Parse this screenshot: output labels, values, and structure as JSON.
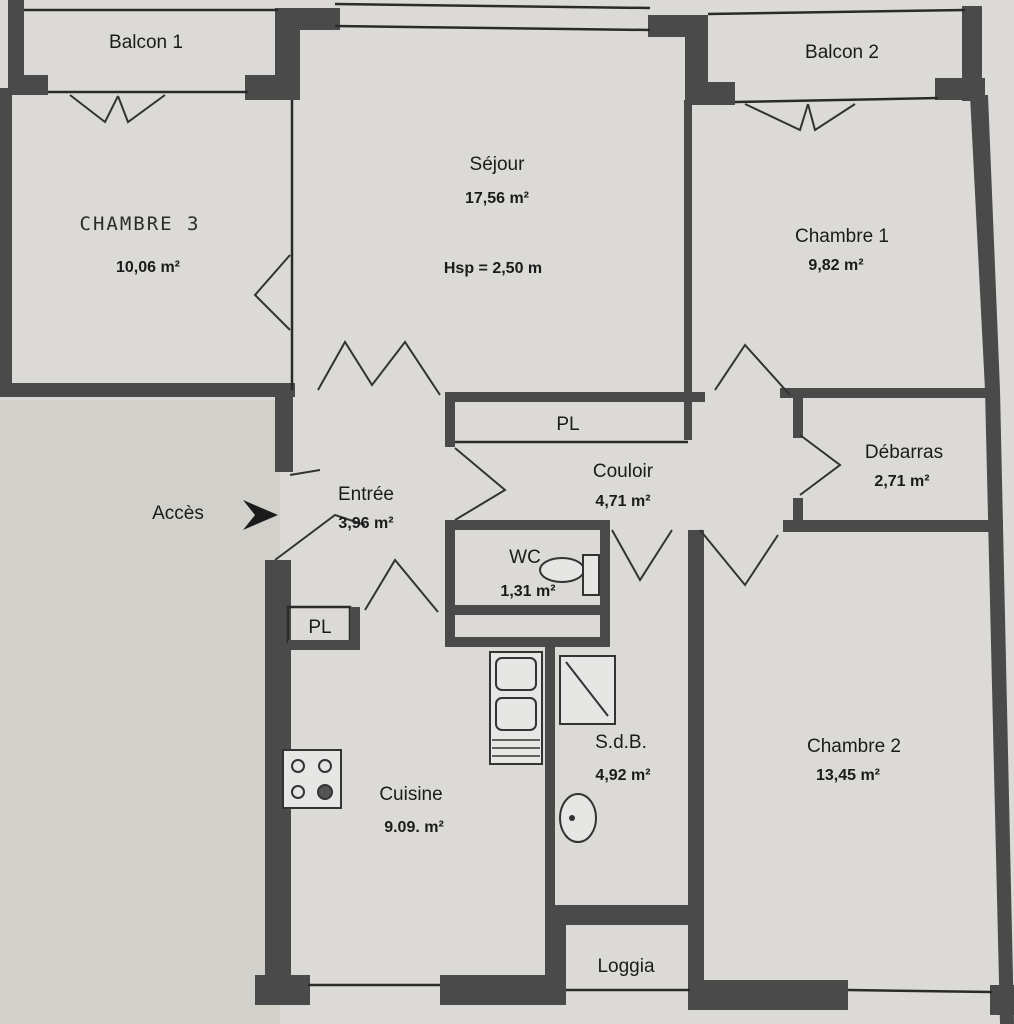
{
  "rooms": {
    "balcon1": {
      "name": "Balcon 1"
    },
    "balcon2": {
      "name": "Balcon 2"
    },
    "sejour": {
      "name": "Séjour",
      "area": "17,56 m²",
      "height": "Hsp = 2,50 m"
    },
    "chambre3": {
      "name": "CHAMBRE 3",
      "area": "10,06 m²"
    },
    "chambre1": {
      "name": "Chambre 1",
      "area": "9,82 m²"
    },
    "placard1": {
      "name": "PL"
    },
    "couloir": {
      "name": "Couloir",
      "area": "4,71 m²"
    },
    "debarras": {
      "name": "Débarras",
      "area": "2,71 m²"
    },
    "entree": {
      "name": "Entrée",
      "area": "3,96 m²"
    },
    "wc": {
      "name": "WC",
      "area": "1,31 m²"
    },
    "placard2": {
      "name": "PL"
    },
    "sdb": {
      "name": "S.d.B.",
      "area": "4,92 m²"
    },
    "cuisine": {
      "name": "Cuisine",
      "area": "9.09. m²"
    },
    "chambre2": {
      "name": "Chambre 2",
      "area": "13,45 m²"
    },
    "loggia": {
      "name": "Loggia"
    }
  },
  "access": {
    "label": "Accès"
  },
  "colors": {
    "wall": "#4a4a4a",
    "paper": "#dcdad6",
    "ink": "#1b1b1b"
  }
}
